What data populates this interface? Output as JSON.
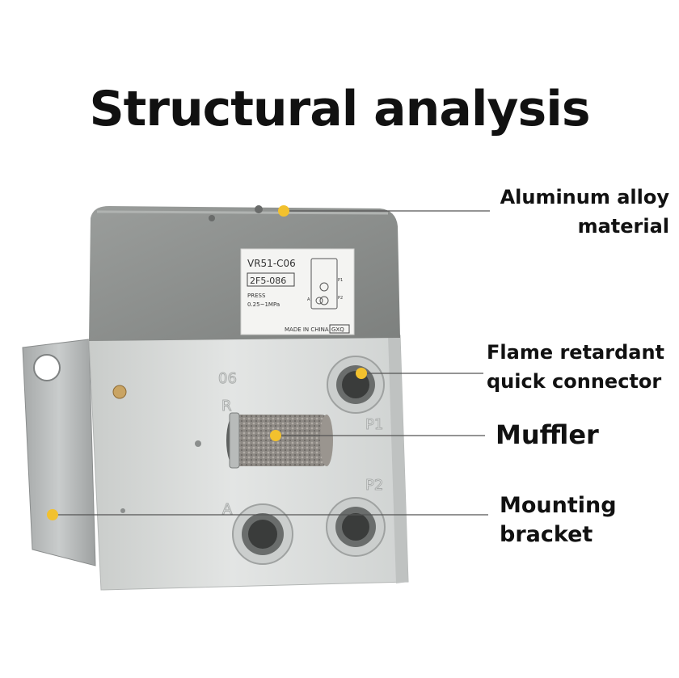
{
  "title": "Structural analysis",
  "callouts": {
    "aluminum_line1": "Aluminum alloy",
    "aluminum_line2": "material",
    "flame_line1": "Flame retardant",
    "flame_line2": "quick connector",
    "muffler": "Muffler",
    "bracket_line1": "Mounting",
    "bracket_line2": "bracket"
  },
  "valve_label": {
    "model": "VR51-C06",
    "part": "2F5-086",
    "press": "PRESS",
    "range": "0.25~1MPa",
    "made_in": "MADE IN CHINA",
    "brand": "GXQ",
    "diagram_p1": "P1",
    "diagram_p2": "P2",
    "diagram_a": "A"
  },
  "port_labels": {
    "size": "06",
    "r": "R",
    "p1": "P1",
    "p2": "P2",
    "a": "A"
  },
  "colors": {
    "marker": "#f2c12e",
    "top_cap": "#8e918f",
    "body": "#d8dbda",
    "bracket": "#b9bcbc",
    "leader": "#555555"
  }
}
